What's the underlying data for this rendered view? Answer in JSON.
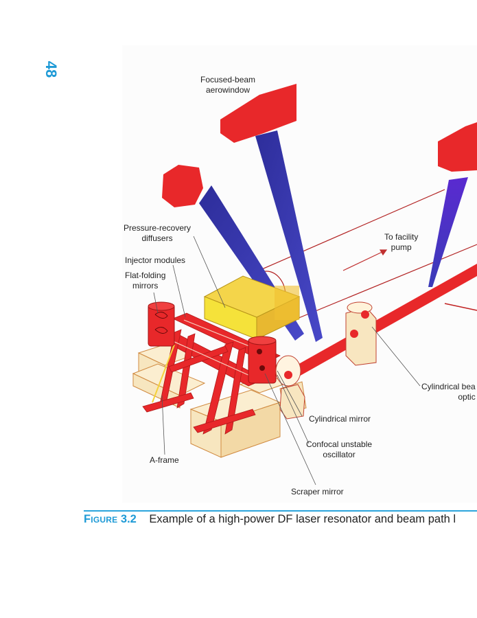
{
  "page": {
    "number": "48"
  },
  "figure": {
    "labels": {
      "focused_beam": "Focused-beam\naerowindow",
      "pressure_recovery": "Pressure-recovery\ndiffusers",
      "injector_modules": "Injector modules",
      "flat_folding": "Flat-folding\nmirrors",
      "to_facility_pump": "To facility\npump",
      "cylindrical_beam": "Cylindrical bea\noptic",
      "cylindrical_mirror": "Cylindrical mirror",
      "confocal": "Confocal unstable\noscillator",
      "a_frame": "A-frame",
      "scraper_mirror": "Scraper mirror"
    }
  },
  "caption": {
    "label": "Figure",
    "number": "3.2",
    "text": "Example of a high-power DF laser resonator and beam path l"
  },
  "colors": {
    "accent": "#1e9ad6",
    "red": "#e8282a",
    "blue": "#3a3aa8",
    "yellow": "#f5e23a",
    "cream": "#f7e6bf"
  }
}
